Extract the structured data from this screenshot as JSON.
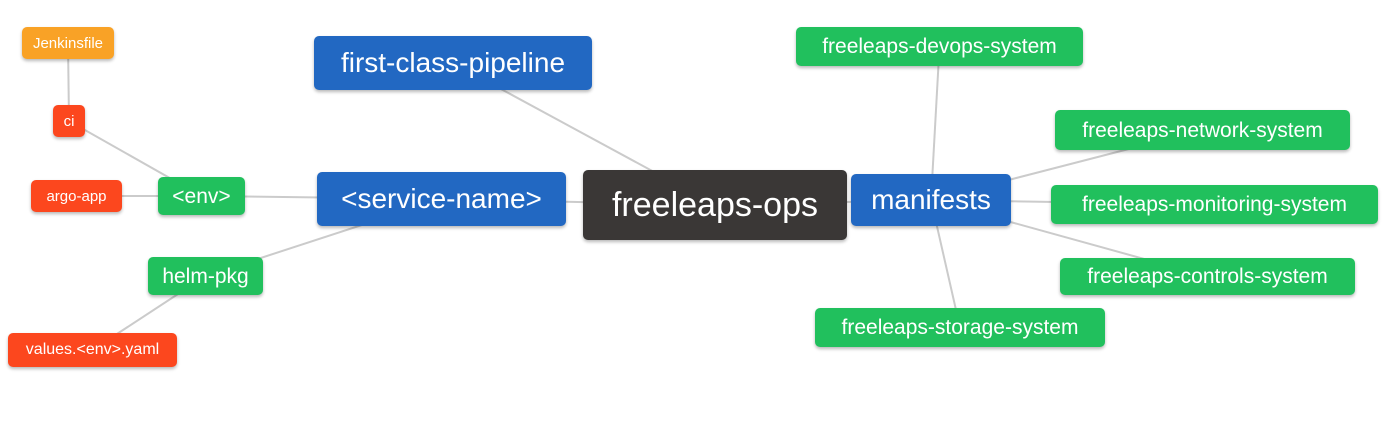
{
  "diagram": {
    "root_label": "freeleaps-ops",
    "nodes": {
      "jenkinsfile": {
        "label": "Jenkinsfile",
        "color": "#f9a226"
      },
      "ci": {
        "label": "ci",
        "color": "#fc471e"
      },
      "argo_app": {
        "label": "argo-app",
        "color": "#fc471e"
      },
      "env": {
        "label": "<env>",
        "color": "#21c05d"
      },
      "first_class_pipeline": {
        "label": "first-class-pipeline",
        "color": "#2268c2"
      },
      "service_name": {
        "label": "<service-name>",
        "color": "#2268c2"
      },
      "freeleaps_ops": {
        "label": "freeleaps-ops",
        "color": "#3a3736"
      },
      "manifests": {
        "label": "manifests",
        "color": "#2268c2"
      },
      "helm_pkg": {
        "label": "helm-pkg",
        "color": "#21c05d"
      },
      "values_env_yaml": {
        "label": "values.<env>.yaml",
        "color": "#fc471e"
      },
      "devops_system": {
        "label": "freeleaps-devops-system",
        "color": "#21c05d"
      },
      "network_system": {
        "label": "freeleaps-network-system",
        "color": "#21c05d"
      },
      "monitoring_system": {
        "label": "freeleaps-monitoring-system",
        "color": "#21c05d"
      },
      "controls_system": {
        "label": "freeleaps-controls-system",
        "color": "#21c05d"
      },
      "storage_system": {
        "label": "freeleaps-storage-system",
        "color": "#21c05d"
      }
    },
    "edges": [
      [
        "jenkinsfile",
        "ci"
      ],
      [
        "ci",
        "env"
      ],
      [
        "argo_app",
        "env"
      ],
      [
        "env",
        "service_name"
      ],
      [
        "helm_pkg",
        "service_name"
      ],
      [
        "values_env_yaml",
        "helm_pkg"
      ],
      [
        "first_class_pipeline",
        "freeleaps_ops"
      ],
      [
        "service_name",
        "freeleaps_ops"
      ],
      [
        "freeleaps_ops",
        "manifests"
      ],
      [
        "manifests",
        "devops_system"
      ],
      [
        "manifests",
        "network_system"
      ],
      [
        "manifests",
        "monitoring_system"
      ],
      [
        "manifests",
        "controls_system"
      ],
      [
        "manifests",
        "storage_system"
      ]
    ],
    "colors": {
      "blue": "#2268c2",
      "green": "#21c05d",
      "red": "#fc471e",
      "orange": "#f9a226",
      "dark": "#3a3736",
      "edge_line": "#cbcbcb",
      "text": "#ffffff",
      "background": "#ffffff"
    }
  }
}
